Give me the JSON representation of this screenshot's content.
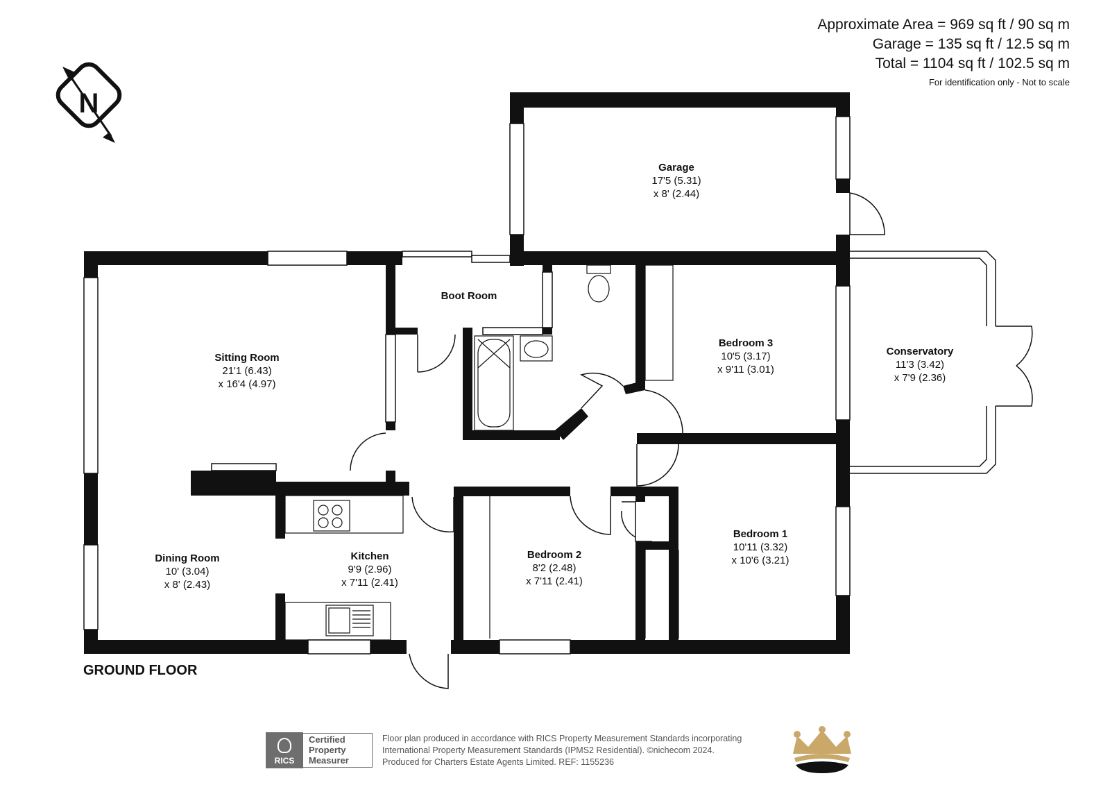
{
  "summary": {
    "approximate_area": "Approximate Area = 969 sq ft / 90 sq m",
    "garage_area": "Garage = 135 sq ft / 12.5 sq m",
    "total_area": "Total = 1104 sq ft / 102.5 sq m",
    "note": "For identification only - Not to scale"
  },
  "compass": {
    "letter": "N",
    "icon": "north-arrow-icon"
  },
  "floor_label": "GROUND FLOOR",
  "rooms": {
    "garage": {
      "name": "Garage",
      "dim1": "17'5 (5.31)",
      "dim2": "x 8' (2.44)"
    },
    "boot_room": {
      "name": "Boot Room"
    },
    "sitting_room": {
      "name": "Sitting Room",
      "dim1": "21'1 (6.43)",
      "dim2": "x 16'4 (4.97)"
    },
    "bedroom3": {
      "name": "Bedroom 3",
      "dim1": "10'5 (3.17)",
      "dim2": "x 9'11 (3.01)"
    },
    "conservatory": {
      "name": "Conservatory",
      "dim1": "11'3 (3.42)",
      "dim2": "x 7'9 (2.36)"
    },
    "bedroom1": {
      "name": "Bedroom 1",
      "dim1": "10'11 (3.32)",
      "dim2": "x 10'6 (3.21)"
    },
    "dining_room": {
      "name": "Dining Room",
      "dim1": "10' (3.04)",
      "dim2": "x 8' (2.43)"
    },
    "kitchen": {
      "name": "Kitchen",
      "dim1": "9'9 (2.96)",
      "dim2": "x 7'11 (2.41)"
    },
    "bedroom2": {
      "name": "Bedroom 2",
      "dim1": "8'2 (2.48)",
      "dim2": "x 7'11 (2.41)"
    }
  },
  "footer": {
    "rics_label": "RICS",
    "certified_line1": "Certified",
    "certified_line2": "Property",
    "certified_line3": "Measurer",
    "text_line1": "Floor plan produced in accordance with RICS Property Measurement Standards incorporating",
    "text_line2": "International Property Measurement Standards (IPMS2 Residential).  ©nichecom 2024.",
    "text_line3": "Produced for Charters Estate Agents Limited.   REF:  1155236"
  },
  "colors": {
    "wall": "#111111",
    "crown_gold": "#c9a86a",
    "text_grey": "#555555",
    "rics_grey": "#6e6e6e"
  }
}
